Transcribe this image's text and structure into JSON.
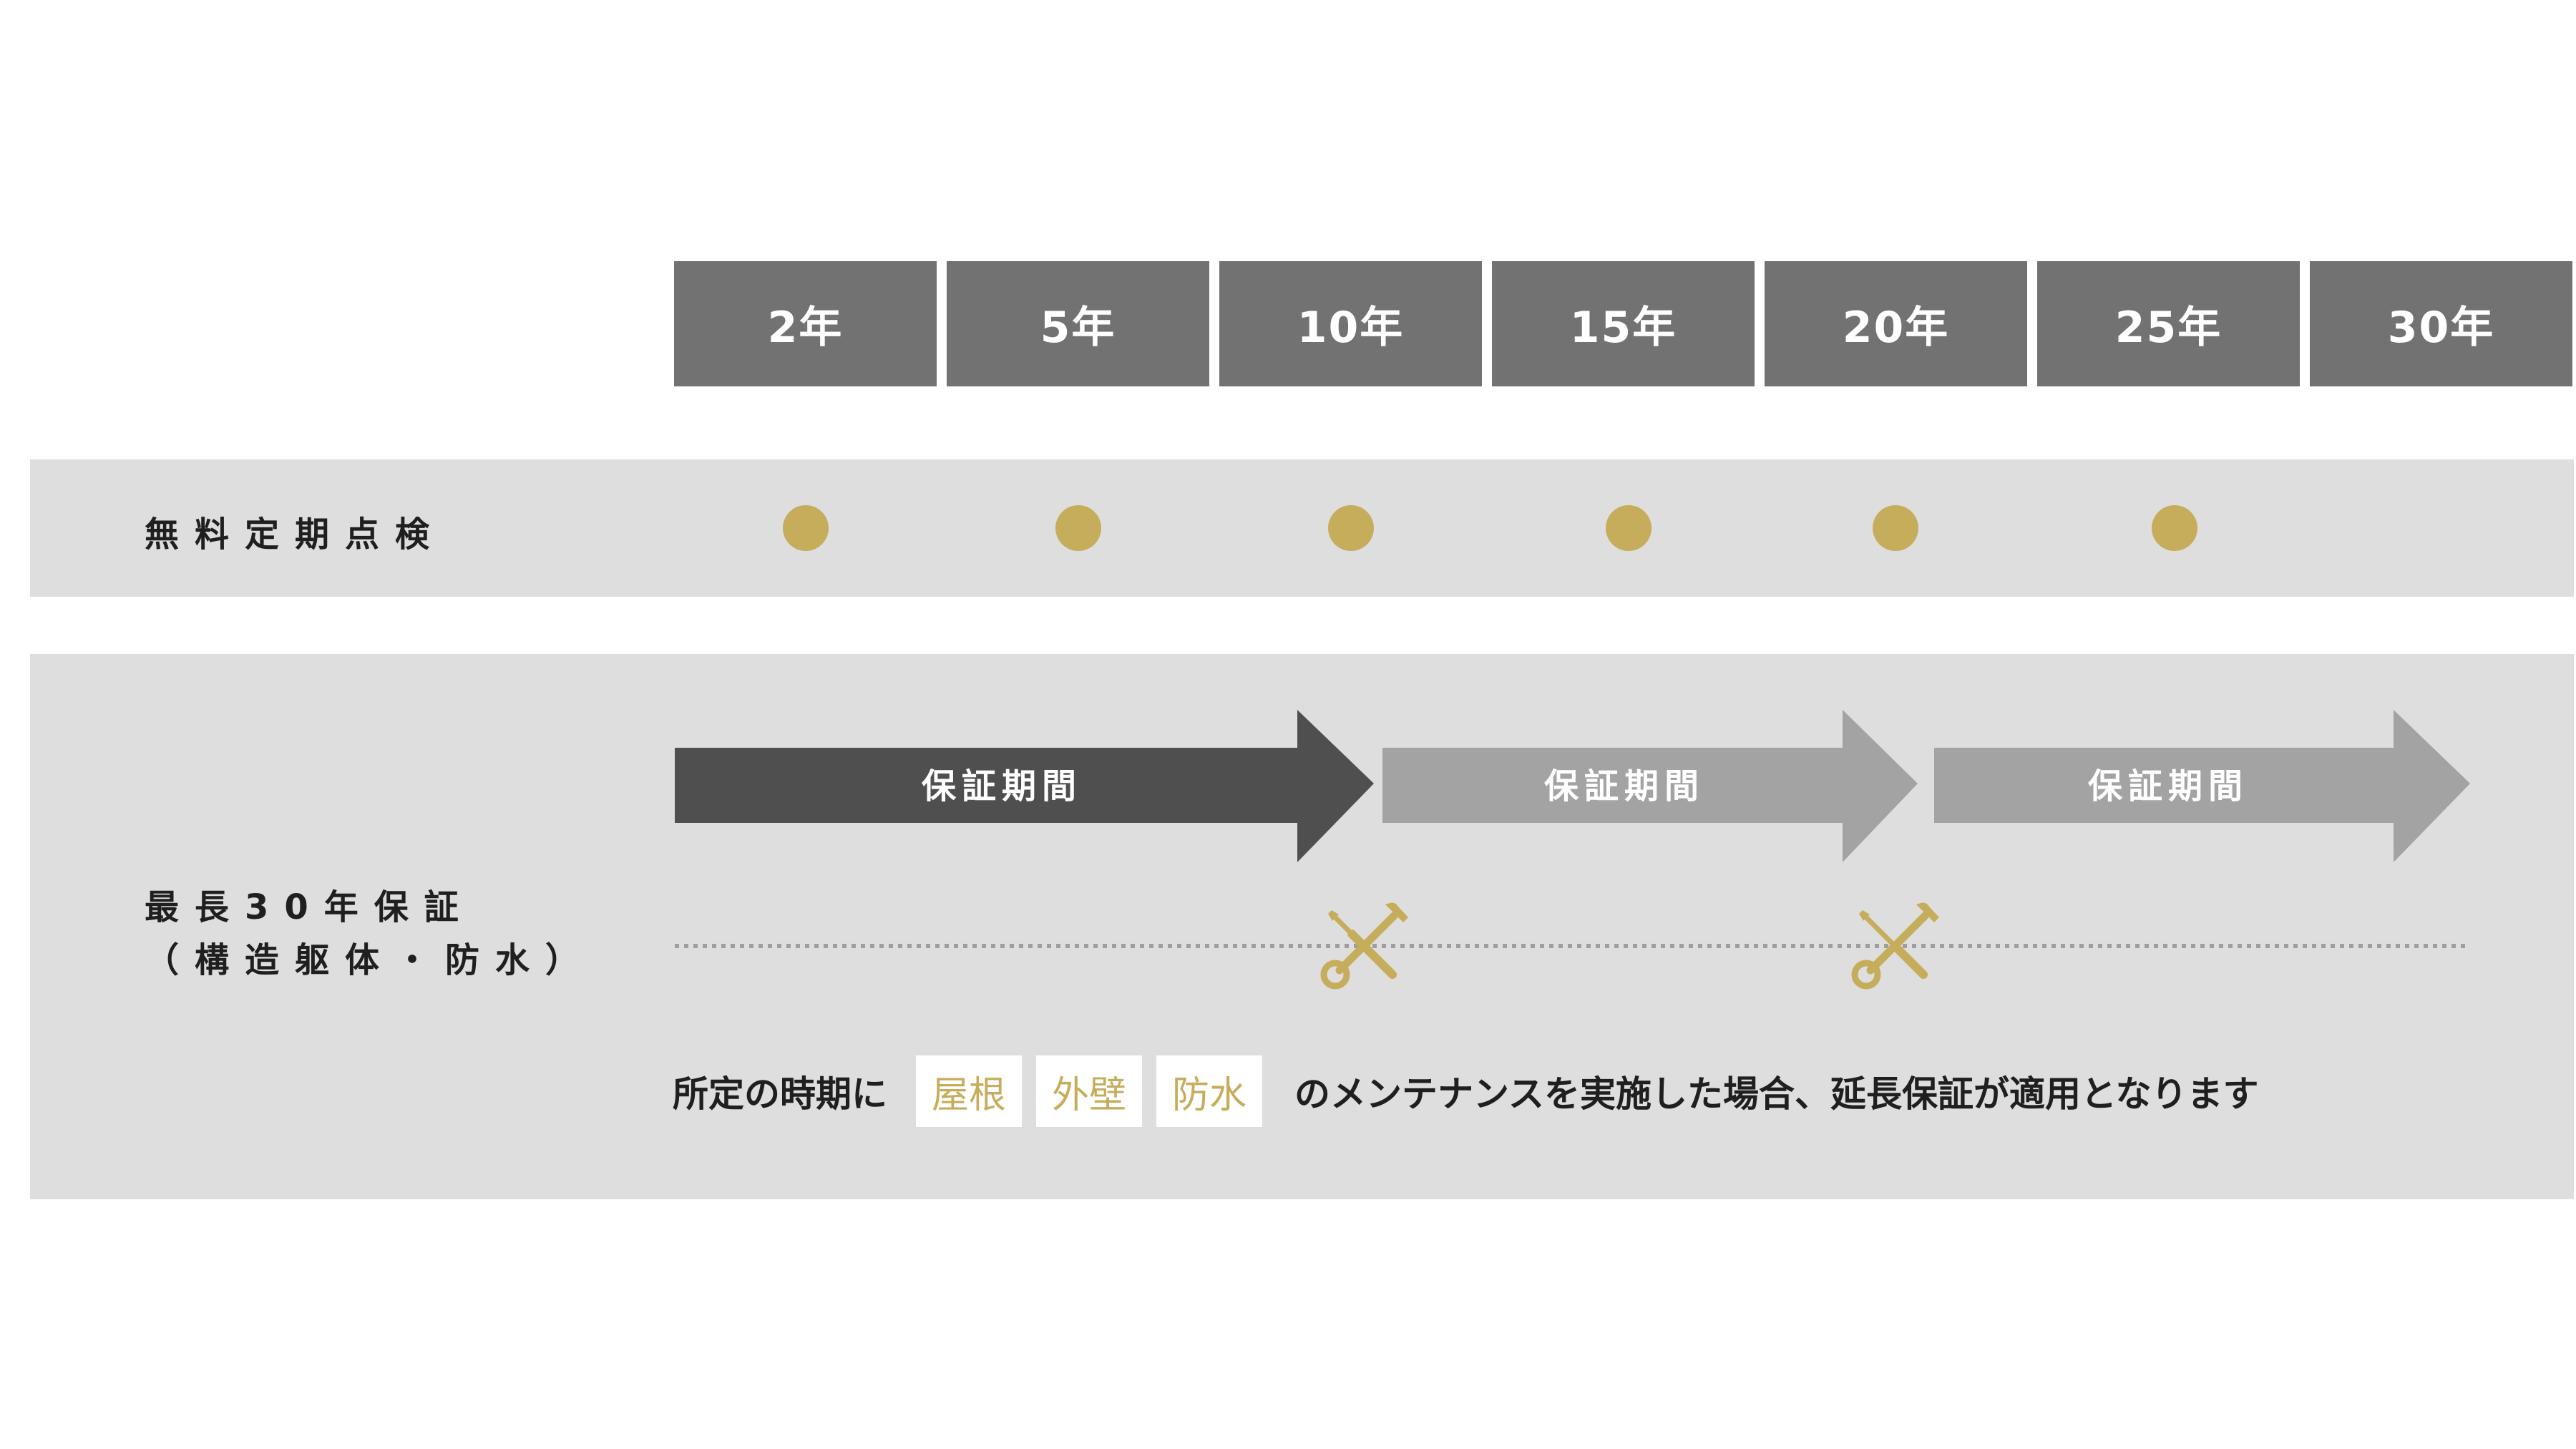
{
  "years": [
    "2年",
    "5年",
    "10年",
    "15年",
    "20年",
    "25年",
    "30年"
  ],
  "inspection": {
    "label": "無料定期点検",
    "dots_at": [
      "2年",
      "5年",
      "10年",
      "15年",
      "20年",
      "25年"
    ]
  },
  "warranty": {
    "label_line1": "最長30年保証",
    "label_line2": "（構造躯体・防水）",
    "periods": [
      {
        "label": "保証期間",
        "color": "#4f4f4f",
        "from": "0",
        "to": "10年"
      },
      {
        "label": "保証期間",
        "color": "#a3a3a3",
        "from": "10年",
        "to": "20年"
      },
      {
        "label": "保証期間",
        "color": "#a3a3a3",
        "from": "20年",
        "to": "30年"
      }
    ],
    "maintenance_points": [
      "10年",
      "20年"
    ],
    "maintenance_icon": "tools-icon",
    "note_prefix": "所定の時期に",
    "note_tags": [
      "屋根",
      "外壁",
      "防水"
    ],
    "note_suffix": "のメンテナンスを実施した場合、延長保証が適用となります"
  },
  "colors": {
    "accent_gold": "#c6ad5b",
    "header_gray": "#727272",
    "band_gray": "#dedede"
  }
}
